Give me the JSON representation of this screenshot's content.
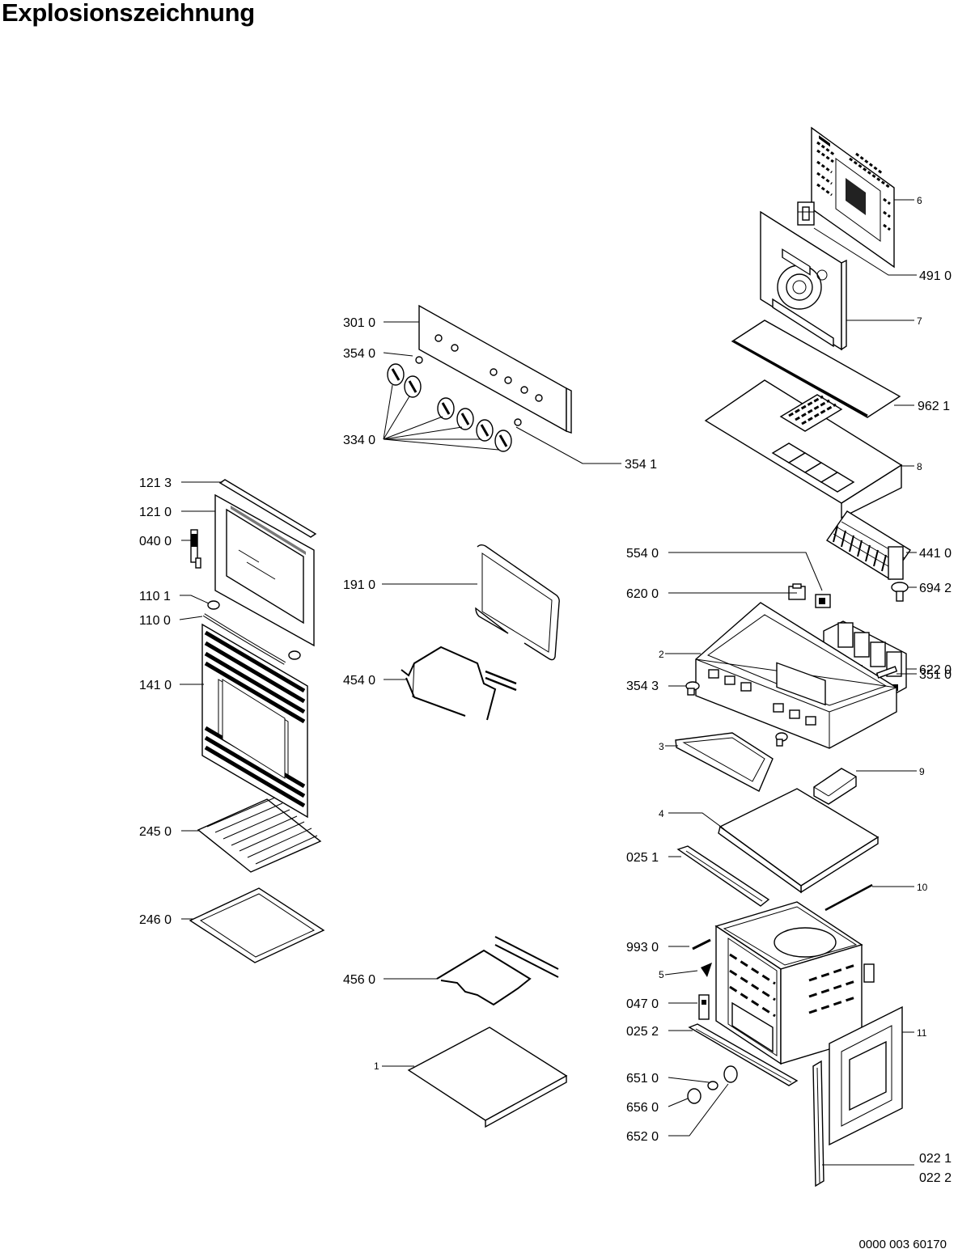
{
  "page": {
    "title": "Explosionszeichnung",
    "document_number": "0000 003 60170"
  },
  "callouts": {
    "c6": "6",
    "c491_0": "491 0",
    "c7": "7",
    "c301_0": "301 0",
    "c354_0": "354 0",
    "c962_1": "962 1",
    "c334_0": "334 0",
    "c8": "8",
    "c354_1": "354 1",
    "c121_3": "121 3",
    "c121_0": "121 0",
    "c040_0": "040 0",
    "c441_0": "441 0",
    "c554_0": "554 0",
    "c694_2": "694 2",
    "c191_0": "191 0",
    "c620_0": "620 0",
    "c110_1": "110 1",
    "c110_0": "110 0",
    "c622_0": "622 0",
    "c2": "2",
    "c141_0": "141 0",
    "c454_0": "454 0",
    "c351_0": "351 0",
    "c354_3": "354 3",
    "c3": "3",
    "c9": "9",
    "c4": "4",
    "c245_0": "245 0",
    "c025_1": "025 1",
    "c10": "10",
    "c246_0": "246 0",
    "c993_0": "993 0",
    "c5": "5",
    "c456_0": "456 0",
    "c047_0": "047 0",
    "c025_2": "025 2",
    "c11": "11",
    "c1": "1",
    "c651_0": "651 0",
    "c656_0": "656 0",
    "c652_0": "652 0",
    "c022_1": "022 1",
    "c022_2": "022 2"
  }
}
